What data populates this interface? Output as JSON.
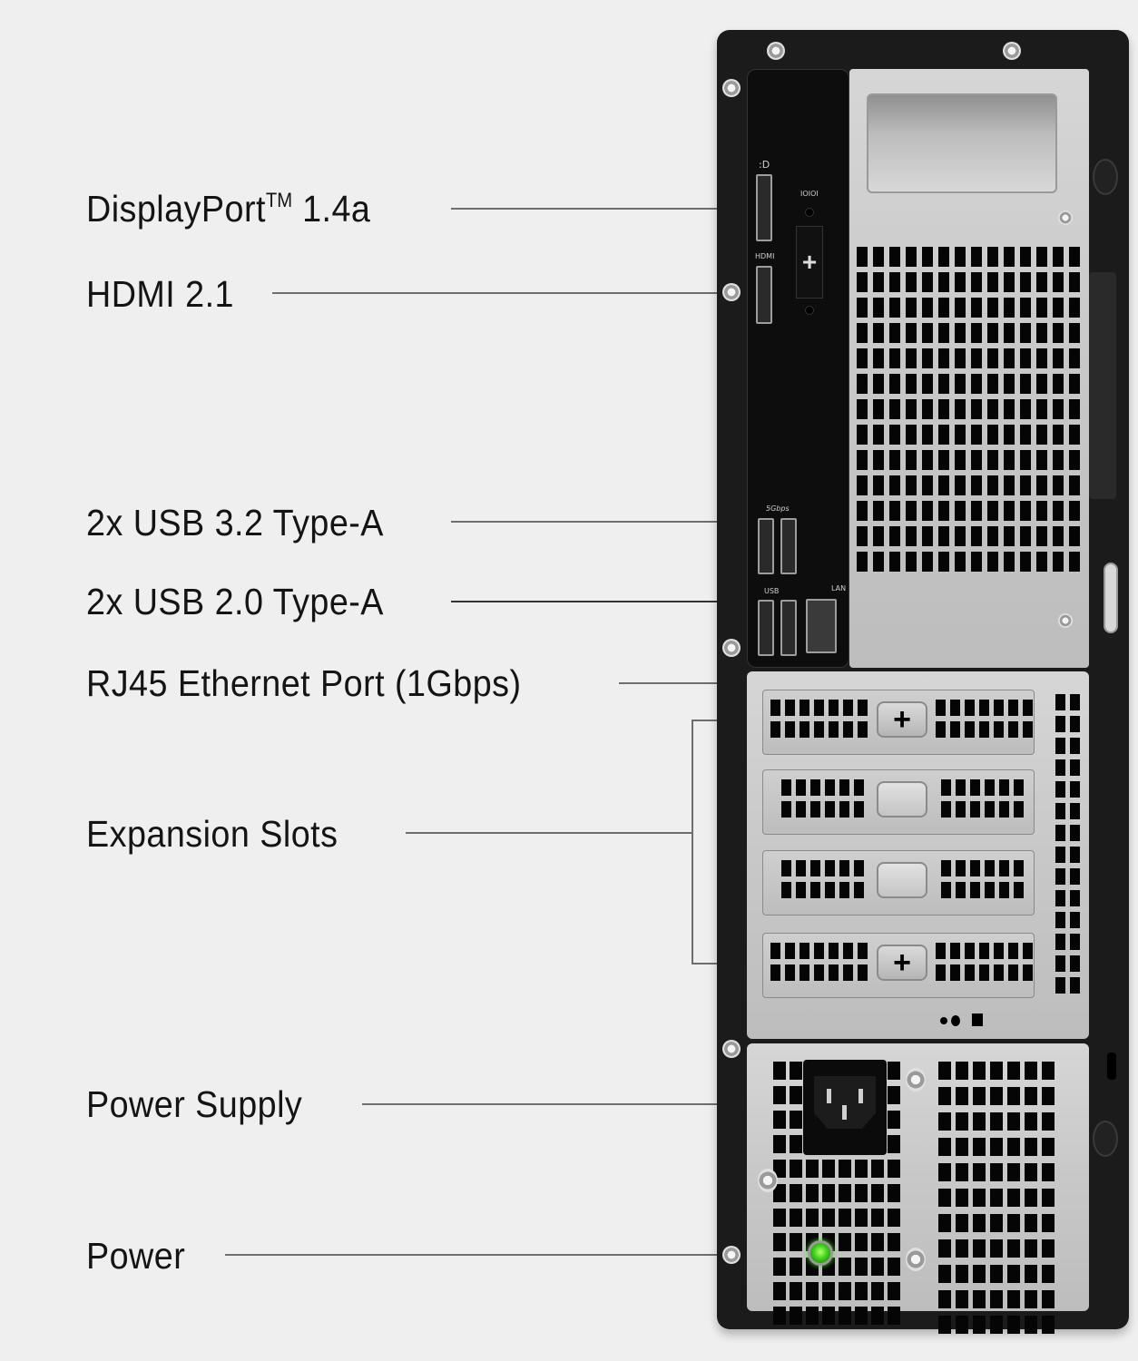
{
  "diagram": {
    "title": "Desktop tower rear I/O panel",
    "background_color": "#efefef",
    "callouts": [
      {
        "id": "displayport",
        "label": "DisplayPort",
        "trademark": "TM",
        "suffix": " 1.4a"
      },
      {
        "id": "hdmi",
        "label": "HDMI 2.1"
      },
      {
        "id": "usb32",
        "label": "2x USB 3.2 Type-A"
      },
      {
        "id": "usb20",
        "label": "2x USB 2.0 Type-A"
      },
      {
        "id": "rj45",
        "label": "RJ45 Ethernet Port (1Gbps)"
      },
      {
        "id": "expansion",
        "label": "Expansion Slots"
      },
      {
        "id": "psu",
        "label": "Power Supply"
      },
      {
        "id": "power",
        "label": "Power"
      }
    ],
    "chassis": {
      "port_markings": {
        "displayport": ":D",
        "hdmi": "HDMI",
        "serial": "IOIOI",
        "usb32_speed": "5Gbps",
        "usb20": "USB",
        "lan": "LAN"
      },
      "slot_tab_symbol": "+",
      "power_led_color": "#3ed11c",
      "chassis_color": "#1b1b1b",
      "plate_color": "#c8c8c8"
    }
  }
}
